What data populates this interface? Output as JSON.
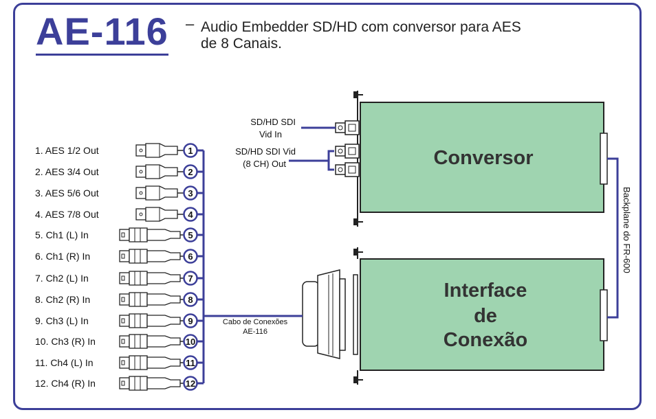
{
  "header": {
    "model": "AE-116",
    "dash": "–",
    "description_line1": "Audio Embedder SD/HD com conversor para AES",
    "description_line2": "de 8 Canais."
  },
  "sdi": {
    "input_label_line1": "SD/HD SDI",
    "input_label_line2": "Vid In",
    "output_label_line1": "SD/HD SDI Vid",
    "output_label_line2": "(8 CH) Out"
  },
  "boxes": {
    "converter": "Conversor",
    "interface_line1": "Interface",
    "interface_line2": "de",
    "interface_line3": "Conexão"
  },
  "backplane_label": "Backplane do FR-600",
  "cable_label_line1": "Cabo de Conexões",
  "cable_label_line2": "AE-116",
  "ports": [
    {
      "label": "1.  AES 1/2 Out",
      "num": "1",
      "type": "bnc"
    },
    {
      "label": "2.  AES 3/4 Out",
      "num": "2",
      "type": "bnc"
    },
    {
      "label": "3.  AES 5/6 Out",
      "num": "3",
      "type": "bnc"
    },
    {
      "label": "4.  AES 7/8 Out",
      "num": "4",
      "type": "bnc"
    },
    {
      "label": "5.  Ch1 (L) In",
      "num": "5",
      "type": "xlr"
    },
    {
      "label": "6.  Ch1 (R) In",
      "num": "6",
      "type": "xlr"
    },
    {
      "label": "7.  Ch2 (L) In",
      "num": "7",
      "type": "xlr"
    },
    {
      "label": "8.  Ch2 (R) In",
      "num": "8",
      "type": "xlr"
    },
    {
      "label": "9.  Ch3 (L) In",
      "num": "9",
      "type": "xlr"
    },
    {
      "label": "10.  Ch3 (R) In",
      "num": "10",
      "type": "xlr"
    },
    {
      "label": "11.  Ch4 (L) In",
      "num": "11",
      "type": "xlr"
    },
    {
      "label": "12.  Ch4 (R) In",
      "num": "12",
      "type": "xlr"
    }
  ],
  "colors": {
    "accent": "#3c3f99",
    "box_fill": "#9fd4b0",
    "text": "#222222"
  }
}
